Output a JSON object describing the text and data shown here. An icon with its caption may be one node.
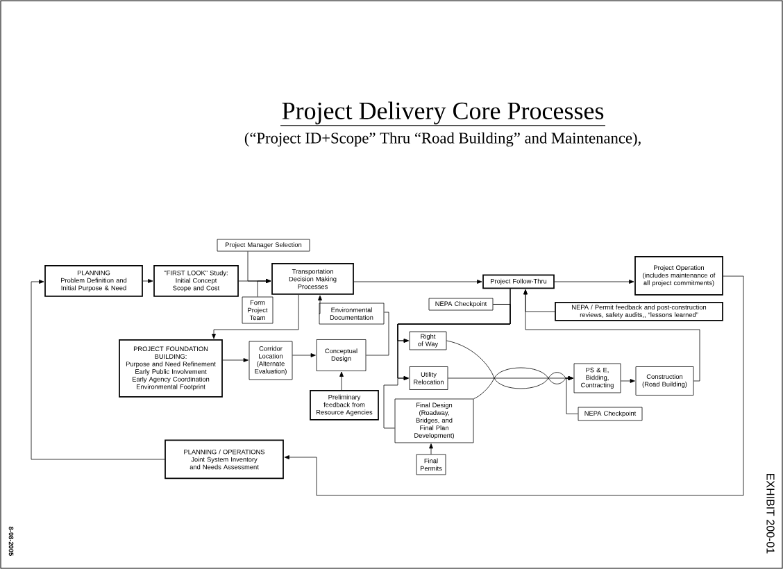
{
  "diagram": {
    "title": "Project Delivery Core Processes",
    "nodes": [
      {
        "text": [
          "PLANNING",
          "Problem Definition and Initial Purpose & Need"
        ]
      },
      {
        "text": [
          "\"FIRST LOOK\" Study: Initial Concept Scope and Cost"
        ]
      },
      {
        "text": [
          "Project Manager Selection"
        ]
      },
      {
        "text": [
          "Transportation Decision Making Processes"
        ]
      },
      {
        "text": [
          "Form Project Team"
        ]
      },
      {
        "text": [
          "Environmental Documentation"
        ]
      },
      {
        "text": [
          "PROJECT FOUNDATION BUILDING:",
          "Purpose and Need Refinement Early Public Involvement Early Agency Coordination Environmental Footprint"
        ]
      },
      {
        "text": [
          "Corridor Location (Alternate Evaluation)"
        ]
      },
      {
        "text": [
          "Conceptual Design"
        ]
      },
      {
        "text": [
          "Preliminary feedback from Resource Agencies"
        ]
      },
      {
        "text": [
          "Project Follow-Thru"
        ]
      },
      {
        "text": [
          "Project Operation (includes maintenance of all project commitments)"
        ]
      },
      {
        "text": [
          "NEPA Checkpoint"
        ]
      },
      {
        "text": [
          "NEPA / Permit feedback and post-construction reviews, safety audits,, “lessons learned”"
        ]
      },
      {
        "text": [
          "Right of Way"
        ]
      },
      {
        "text": [
          "Utility Relocation"
        ]
      },
      {
        "text": [
          "Final Design (Roadway, Bridges, and Final Plan Development)"
        ]
      },
      {
        "text": [
          "Final Permits"
        ]
      },
      {
        "text": [
          "PS & E, Bidding, Contracting"
        ]
      },
      {
        "text": [
          "Construction (Road Building)"
        ]
      },
      {
        "text": [
          "NEPA Checkpoint"
        ]
      },
      {
        "text": [
          "PLANNING / OPERATIONS",
          "Joint System Inventory and Needs Assessment"
        ]
      }
    ],
    "edges": [
      {
        "from": 0,
        "to": 1,
        "arrow": "to"
      },
      {
        "from": 1,
        "to": 3,
        "arrow": "to"
      },
      {
        "from": 2,
        "to": 3,
        "arrow": "to"
      },
      {
        "from": 4,
        "to": 3,
        "arrow": "to"
      },
      {
        "from": 3,
        "to": 10,
        "arrow": "to"
      },
      {
        "from": 3,
        "to": 6,
        "arrow": "to"
      },
      {
        "from": 5,
        "to": 3,
        "arrow": "to"
      },
      {
        "from": 8,
        "to": 5,
        "arrow": "none"
      },
      {
        "from": 6,
        "to": 7,
        "arrow": "to"
      },
      {
        "from": 7,
        "to": 8,
        "arrow": "to"
      },
      {
        "from": 9,
        "to": 8,
        "arrow": "to"
      },
      {
        "from": 10,
        "to": 14,
        "arrow": "to"
      },
      {
        "from": 10,
        "to": 15,
        "arrow": "to"
      },
      {
        "from": 10,
        "to": 16,
        "arrow": "none"
      },
      {
        "from": 12,
        "to": 14,
        "arrow": "to"
      },
      {
        "from": 12,
        "to": 15,
        "arrow": "to"
      },
      {
        "from": 14,
        "to": 18,
        "arrow": "to"
      },
      {
        "from": 15,
        "to": 18,
        "arrow": "to"
      },
      {
        "from": 16,
        "to": 18,
        "arrow": "to"
      },
      {
        "from": 17,
        "to": 16,
        "arrow": "to"
      },
      {
        "from": 20,
        "to": 18,
        "arrow": "to"
      },
      {
        "from": 18,
        "to": 19,
        "arrow": "to"
      },
      {
        "from": 19,
        "to": 10,
        "arrow": "to"
      },
      {
        "from": 13,
        "to": 10,
        "arrow": "to"
      },
      {
        "from": 10,
        "to": 11,
        "arrow": "to"
      },
      {
        "from": 11,
        "to": 21,
        "arrow": "to"
      },
      {
        "from": 21,
        "to": 0,
        "arrow": "to"
      }
    ],
    "labels": [
      "(“Project ID+Scope” Thru “Road Building” and Maintenance),",
      "8-08-2005",
      "EXHIBIT 200-01"
    ]
  }
}
